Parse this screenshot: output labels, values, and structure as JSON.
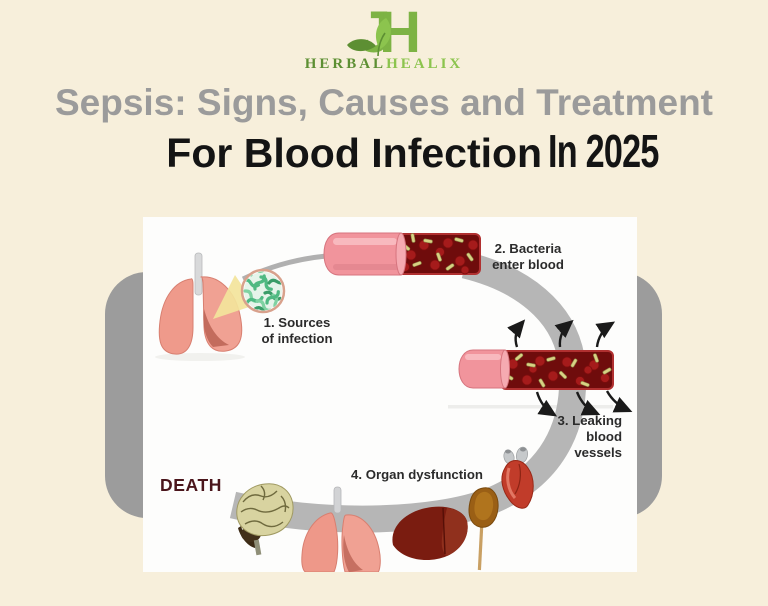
{
  "logo": {
    "monogram": "JH",
    "wordmark_left": "HERBAL",
    "wordmark_right": "HEALIX"
  },
  "title": {
    "line1": "Sepsis: Signs, Causes and Treatment",
    "line2": "For Blood Infection",
    "line2_suffix": "In 2025"
  },
  "diagram": {
    "step1": {
      "line1": "1. Sources",
      "line2": "of infection"
    },
    "step2": {
      "line1": "2. Bacteria",
      "line2": "enter blood"
    },
    "step3": {
      "line1": "3. Leaking",
      "line2": "blood",
      "line3": "vessels"
    },
    "step4": {
      "label": "4. Organ dysfunction"
    },
    "death_label": "DEATH",
    "icons": [
      "lungs-icon",
      "bacteria-magnifier-icon",
      "blood-vessel-icon",
      "leaking-blood-vessel-icon",
      "brain-icon",
      "small-lungs-icon",
      "liver-icon",
      "kidney-icon",
      "heart-icon",
      "cycle-arrow-path"
    ]
  },
  "colors": {
    "background": "#f7efdb",
    "title_gray": "#9b9b9b",
    "title_black": "#141414",
    "logo_green_dark": "#5d8f33",
    "logo_green_light": "#8cc44e",
    "frame_gray": "#9c9c9c",
    "panel_white": "#fdfdfc",
    "cycle_gray": "#b6b6b6",
    "vessel_pink": "#f1949c",
    "blood_dark_red": "#6f0c0c",
    "blood_cell_red": "#a51b1b",
    "bacteria_rod_yellow": "#d8d284",
    "bacteria_green": "#59c288",
    "lungs_pink": "#f0a193",
    "brain_tan": "#d8d3a0",
    "liver_red": "#7a1c10",
    "kidney_brown": "#9a5f15",
    "heart_red": "#c13c2a",
    "death_text": "#4a151b",
    "label_text": "#2b2b2b"
  }
}
